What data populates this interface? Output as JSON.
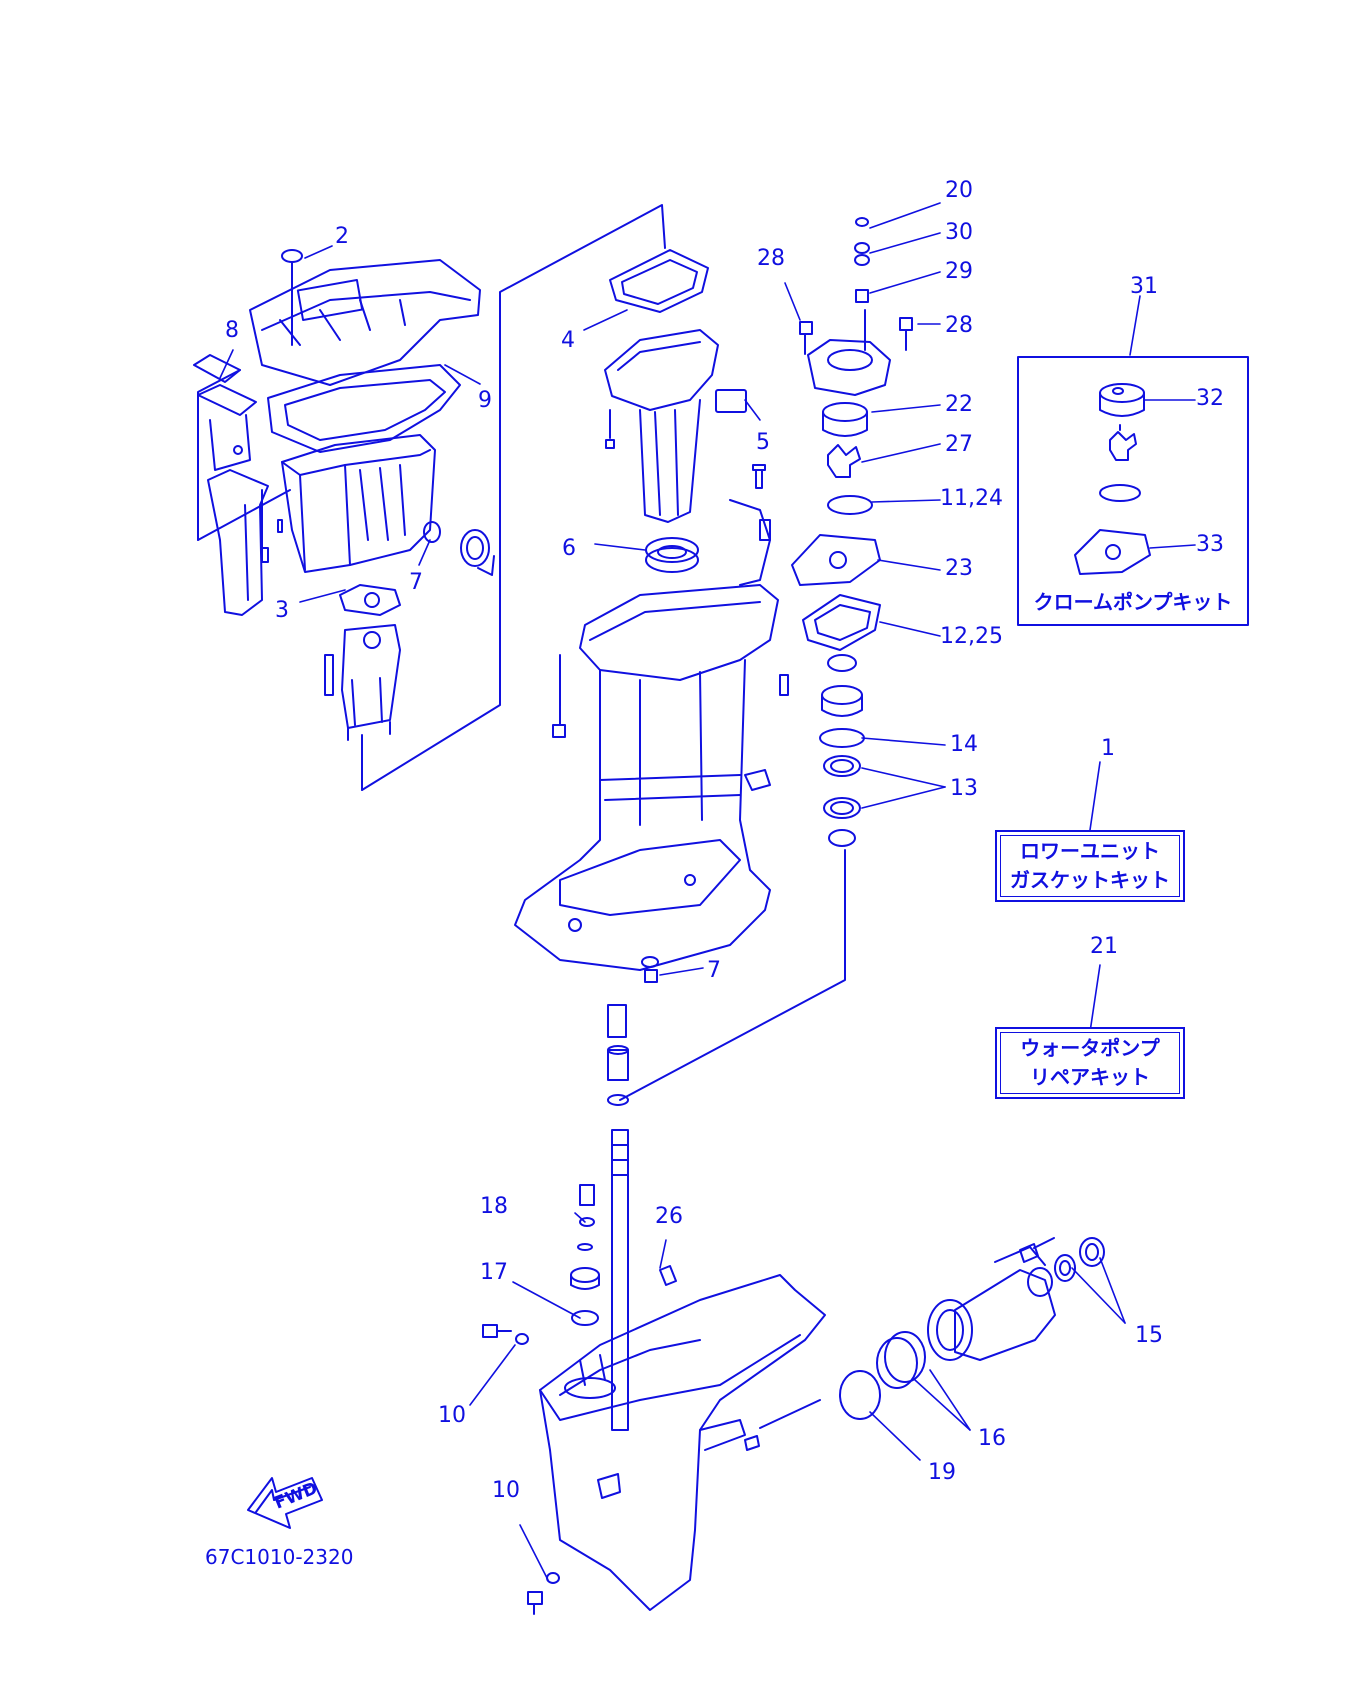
{
  "diagram": {
    "part_code": "67C1010-2320",
    "fwd_label": "FWD",
    "callouts": [
      "1",
      "2",
      "3",
      "4",
      "5",
      "6",
      "7",
      "7",
      "8",
      "9",
      "10",
      "10",
      "11,24",
      "12,25",
      "13",
      "14",
      "15",
      "16",
      "17",
      "18",
      "19",
      "20",
      "21",
      "22",
      "23",
      "26",
      "27",
      "28",
      "28",
      "29",
      "30",
      "31",
      "32",
      "33"
    ],
    "kits": {
      "lower_unit_gasket_kit": [
        "ロワーユニット",
        "ガスケットキット"
      ],
      "water_pump_repair_kit": [
        "ウォータポンプ",
        "リペアキット"
      ],
      "chrome_pump_kit": "クロームポンプキット"
    }
  },
  "colors": {
    "ink": "#1010e0",
    "paper": "#ffffff"
  }
}
